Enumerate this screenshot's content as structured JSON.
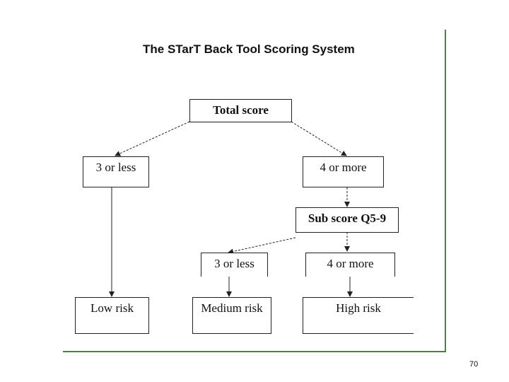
{
  "title": "The STarT Back Tool Scoring System",
  "diagram": {
    "total_score": "Total score",
    "left_branch": "3 or less",
    "right_branch": "4 or more",
    "sub_score": "Sub score Q5-9",
    "sub_left": "3 or less",
    "sub_right": "4 or more",
    "low_risk": "Low risk",
    "medium_risk": "Medium risk",
    "high_risk": "High risk"
  },
  "page_number": "70",
  "colors": {
    "frame": "#3a8a3a",
    "lines": "#222222"
  }
}
